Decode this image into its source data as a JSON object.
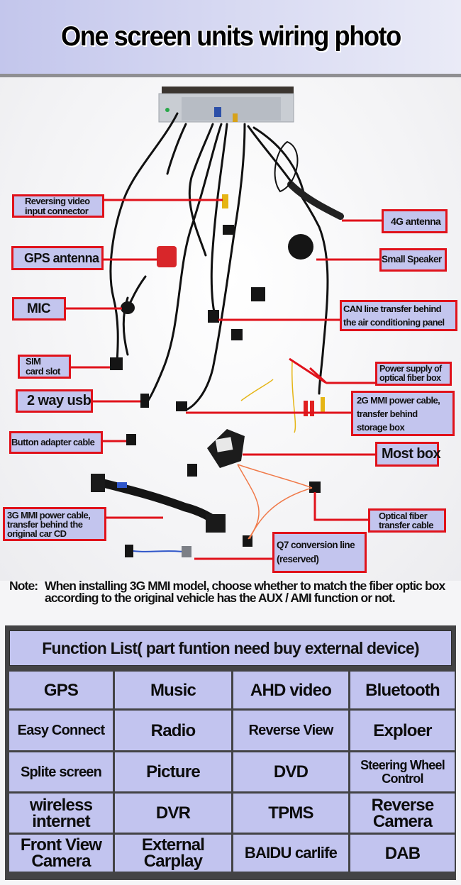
{
  "header": {
    "title": "One screen units wiring photo"
  },
  "colors": {
    "label_fill": "#c3c5ee",
    "label_border": "#e0121b",
    "leader_line": "#e0121b",
    "table_frame": "#434345",
    "table_cell": "#c2c4ef"
  },
  "labels": [
    {
      "id": "reversing-video",
      "lines": [
        "Reversing video",
        "input connector"
      ]
    },
    {
      "id": "gps-antenna",
      "lines": [
        "GPS antenna"
      ]
    },
    {
      "id": "mic",
      "lines": [
        "MIC"
      ]
    },
    {
      "id": "sim-card-slot",
      "lines": [
        "SIM",
        "card slot"
      ]
    },
    {
      "id": "two-way-usb",
      "lines": [
        "2 way usb"
      ]
    },
    {
      "id": "button-adapter",
      "lines": [
        "Button adapter cable"
      ]
    },
    {
      "id": "3g-mmi-power",
      "lines": [
        "3G MMI power cable,",
        "transfer behind the",
        "original car CD"
      ]
    },
    {
      "id": "4g-antenna",
      "lines": [
        "4G antenna"
      ]
    },
    {
      "id": "small-speaker",
      "lines": [
        "Small Speaker"
      ]
    },
    {
      "id": "can-line",
      "lines": [
        "CAN line transfer behind",
        "the air conditioning panel"
      ]
    },
    {
      "id": "power-supply-fiber",
      "lines": [
        "Power supply of",
        "optical fiber box"
      ]
    },
    {
      "id": "2g-mmi-power",
      "lines": [
        "2G MMI power cable,",
        "transfer behind",
        "storage box"
      ]
    },
    {
      "id": "most-box",
      "lines": [
        "Most box"
      ]
    },
    {
      "id": "optical-fiber-transfer",
      "lines": [
        "Optical fiber",
        "transfer cable"
      ]
    },
    {
      "id": "q7-conversion",
      "lines": [
        "Q7 conversion line",
        "(reserved)"
      ]
    }
  ],
  "note": {
    "prefix": "Note:",
    "text": "When installing 3G MMI model, choose whether to match the fiber optic box according to the original vehicle has the AUX / AMI function or not."
  },
  "function_list": {
    "title": "Function List( part funtion need buy external device)",
    "rows": [
      [
        "GPS",
        "Music",
        "AHD video",
        "Bluetooth"
      ],
      [
        "Easy Connect",
        "Radio",
        "Reverse View",
        "Exploer"
      ],
      [
        "Splite screen",
        "Picture",
        "DVD",
        "Steering Wheel Control"
      ],
      [
        "wireless internet",
        "DVR",
        "TPMS",
        "Reverse Camera"
      ],
      [
        "Front View Camera",
        "External Carplay",
        "BAIDU carlife",
        "DAB"
      ]
    ]
  }
}
